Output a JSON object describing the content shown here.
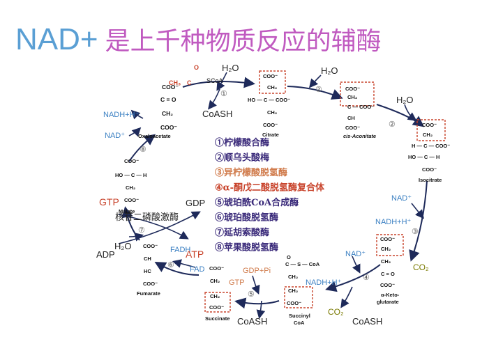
{
  "title": {
    "prefix": "NAD+",
    "rest": "是上千种物质反应的辅酶"
  },
  "enzymes": [
    {
      "text": "①柠檬酸合酶",
      "color": "#3a2a7a"
    },
    {
      "text": "②顺乌头酸梅",
      "color": "#3a2a7a"
    },
    {
      "text": "③异柠檬酸脱氢酶",
      "color": "#d07a4a"
    },
    {
      "text": "④α-酮戊二酸脱氢酶复合体",
      "color": "#c8432b"
    },
    {
      "text": "⑤琥珀酰CoA合成酶",
      "color": "#3a2a7a"
    },
    {
      "text": "⑥琥珀酸脱氢酶",
      "color": "#3a2a7a"
    },
    {
      "text": "⑦延胡索酸酶",
      "color": "#3a2a7a"
    },
    {
      "text": "⑧苹果酸脱氢酶",
      "color": "#3a2a7a"
    }
  ],
  "metabolites": {
    "citrate": "Citrate",
    "cis_aconitate": "cis-Aconitate",
    "isocitrate": "Isocitrate",
    "alpha_kg": "α-Keto-",
    "alpha_kg_2": "glutarate",
    "succinyl": "Succinyl",
    "succinyl_2": "CoA",
    "succinate": "Succinate",
    "fumarate": "Fumarate",
    "malate": "Malate",
    "oxaloacetate": "Oxaloacetate"
  },
  "cofactors": {
    "h2o_1": "H₂O",
    "coash_1": "CoASH",
    "h2o_2": "H₂O",
    "h2o_3": "H₂O",
    "nad_3": "NAD⁺",
    "nadh_3": "NADH+H⁺",
    "co2_3": "CO₂",
    "nad_4": "NAD⁺",
    "nadh_4": "NADH+H⁺",
    "co2_4": "CO₂",
    "coash_4": "CoASH",
    "gdp_5": "GDP+Pi",
    "gtp_5": "GTP",
    "coash_5": "CoASH",
    "fadh_6": "FADH",
    "fad_6": "FAD",
    "h2o_7": "H₂O",
    "nadh_8": "NADH+H⁺",
    "nad_8": "NAD⁺",
    "gtp_side": "GTP",
    "gdp_side": "GDP",
    "atp_side": "ATP",
    "adp_side": "ADP",
    "kinase": "核苷二磷酸激酶",
    "acetyl_ch3": "CH₃",
    "acetyl_scoa": "SCoA"
  },
  "step_numbers": [
    "①",
    "②",
    "③",
    "④",
    "⑤",
    "⑥",
    "⑦",
    "⑧"
  ],
  "colors": {
    "title_blue": "#5a9fd4",
    "title_purple": "#c05ac0",
    "arrow": "#1e2a5a",
    "box": "#c8432b"
  }
}
